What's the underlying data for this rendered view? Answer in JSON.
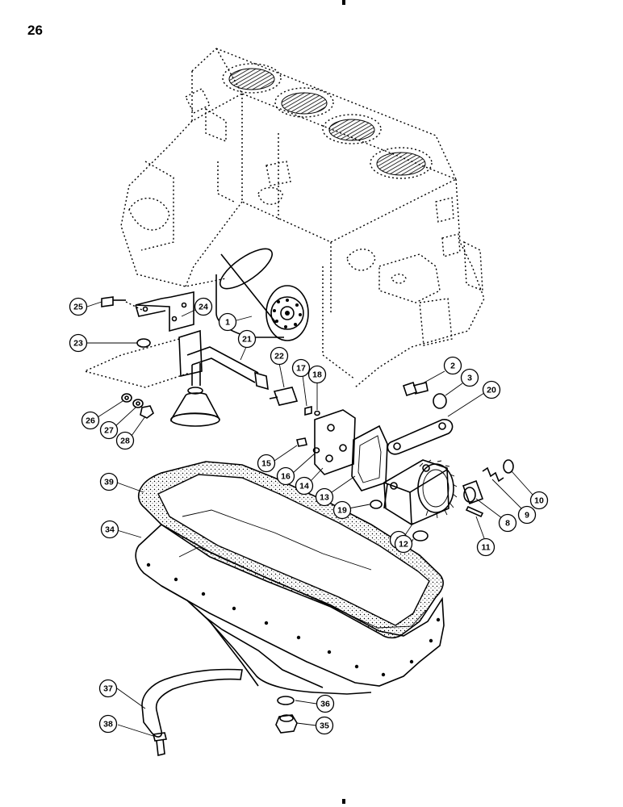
{
  "page": {
    "number": "26"
  },
  "callouts": [
    {
      "id": "1",
      "label": "1"
    },
    {
      "id": "2",
      "label": "2"
    },
    {
      "id": "3",
      "label": "3"
    },
    {
      "id": "7",
      "label": "7"
    },
    {
      "id": "8",
      "label": "8"
    },
    {
      "id": "9",
      "label": "9"
    },
    {
      "id": "10",
      "label": "10"
    },
    {
      "id": "11",
      "label": "11"
    },
    {
      "id": "12",
      "label": "12"
    },
    {
      "id": "13",
      "label": "13"
    },
    {
      "id": "14",
      "label": "14"
    },
    {
      "id": "15",
      "label": "15"
    },
    {
      "id": "16",
      "label": "16"
    },
    {
      "id": "17",
      "label": "17"
    },
    {
      "id": "18",
      "label": "18"
    },
    {
      "id": "19",
      "label": "19"
    },
    {
      "id": "20",
      "label": "20"
    },
    {
      "id": "21",
      "label": "21"
    },
    {
      "id": "22",
      "label": "22"
    },
    {
      "id": "23",
      "label": "23"
    },
    {
      "id": "24",
      "label": "24"
    },
    {
      "id": "25",
      "label": "25"
    },
    {
      "id": "26",
      "label": "26"
    },
    {
      "id": "27",
      "label": "27"
    },
    {
      "id": "28",
      "label": "28"
    },
    {
      "id": "34",
      "label": "34"
    },
    {
      "id": "35",
      "label": "35"
    },
    {
      "id": "36",
      "label": "36"
    },
    {
      "id": "37",
      "label": "37"
    },
    {
      "id": "38",
      "label": "38"
    },
    {
      "id": "39",
      "label": "39"
    }
  ]
}
